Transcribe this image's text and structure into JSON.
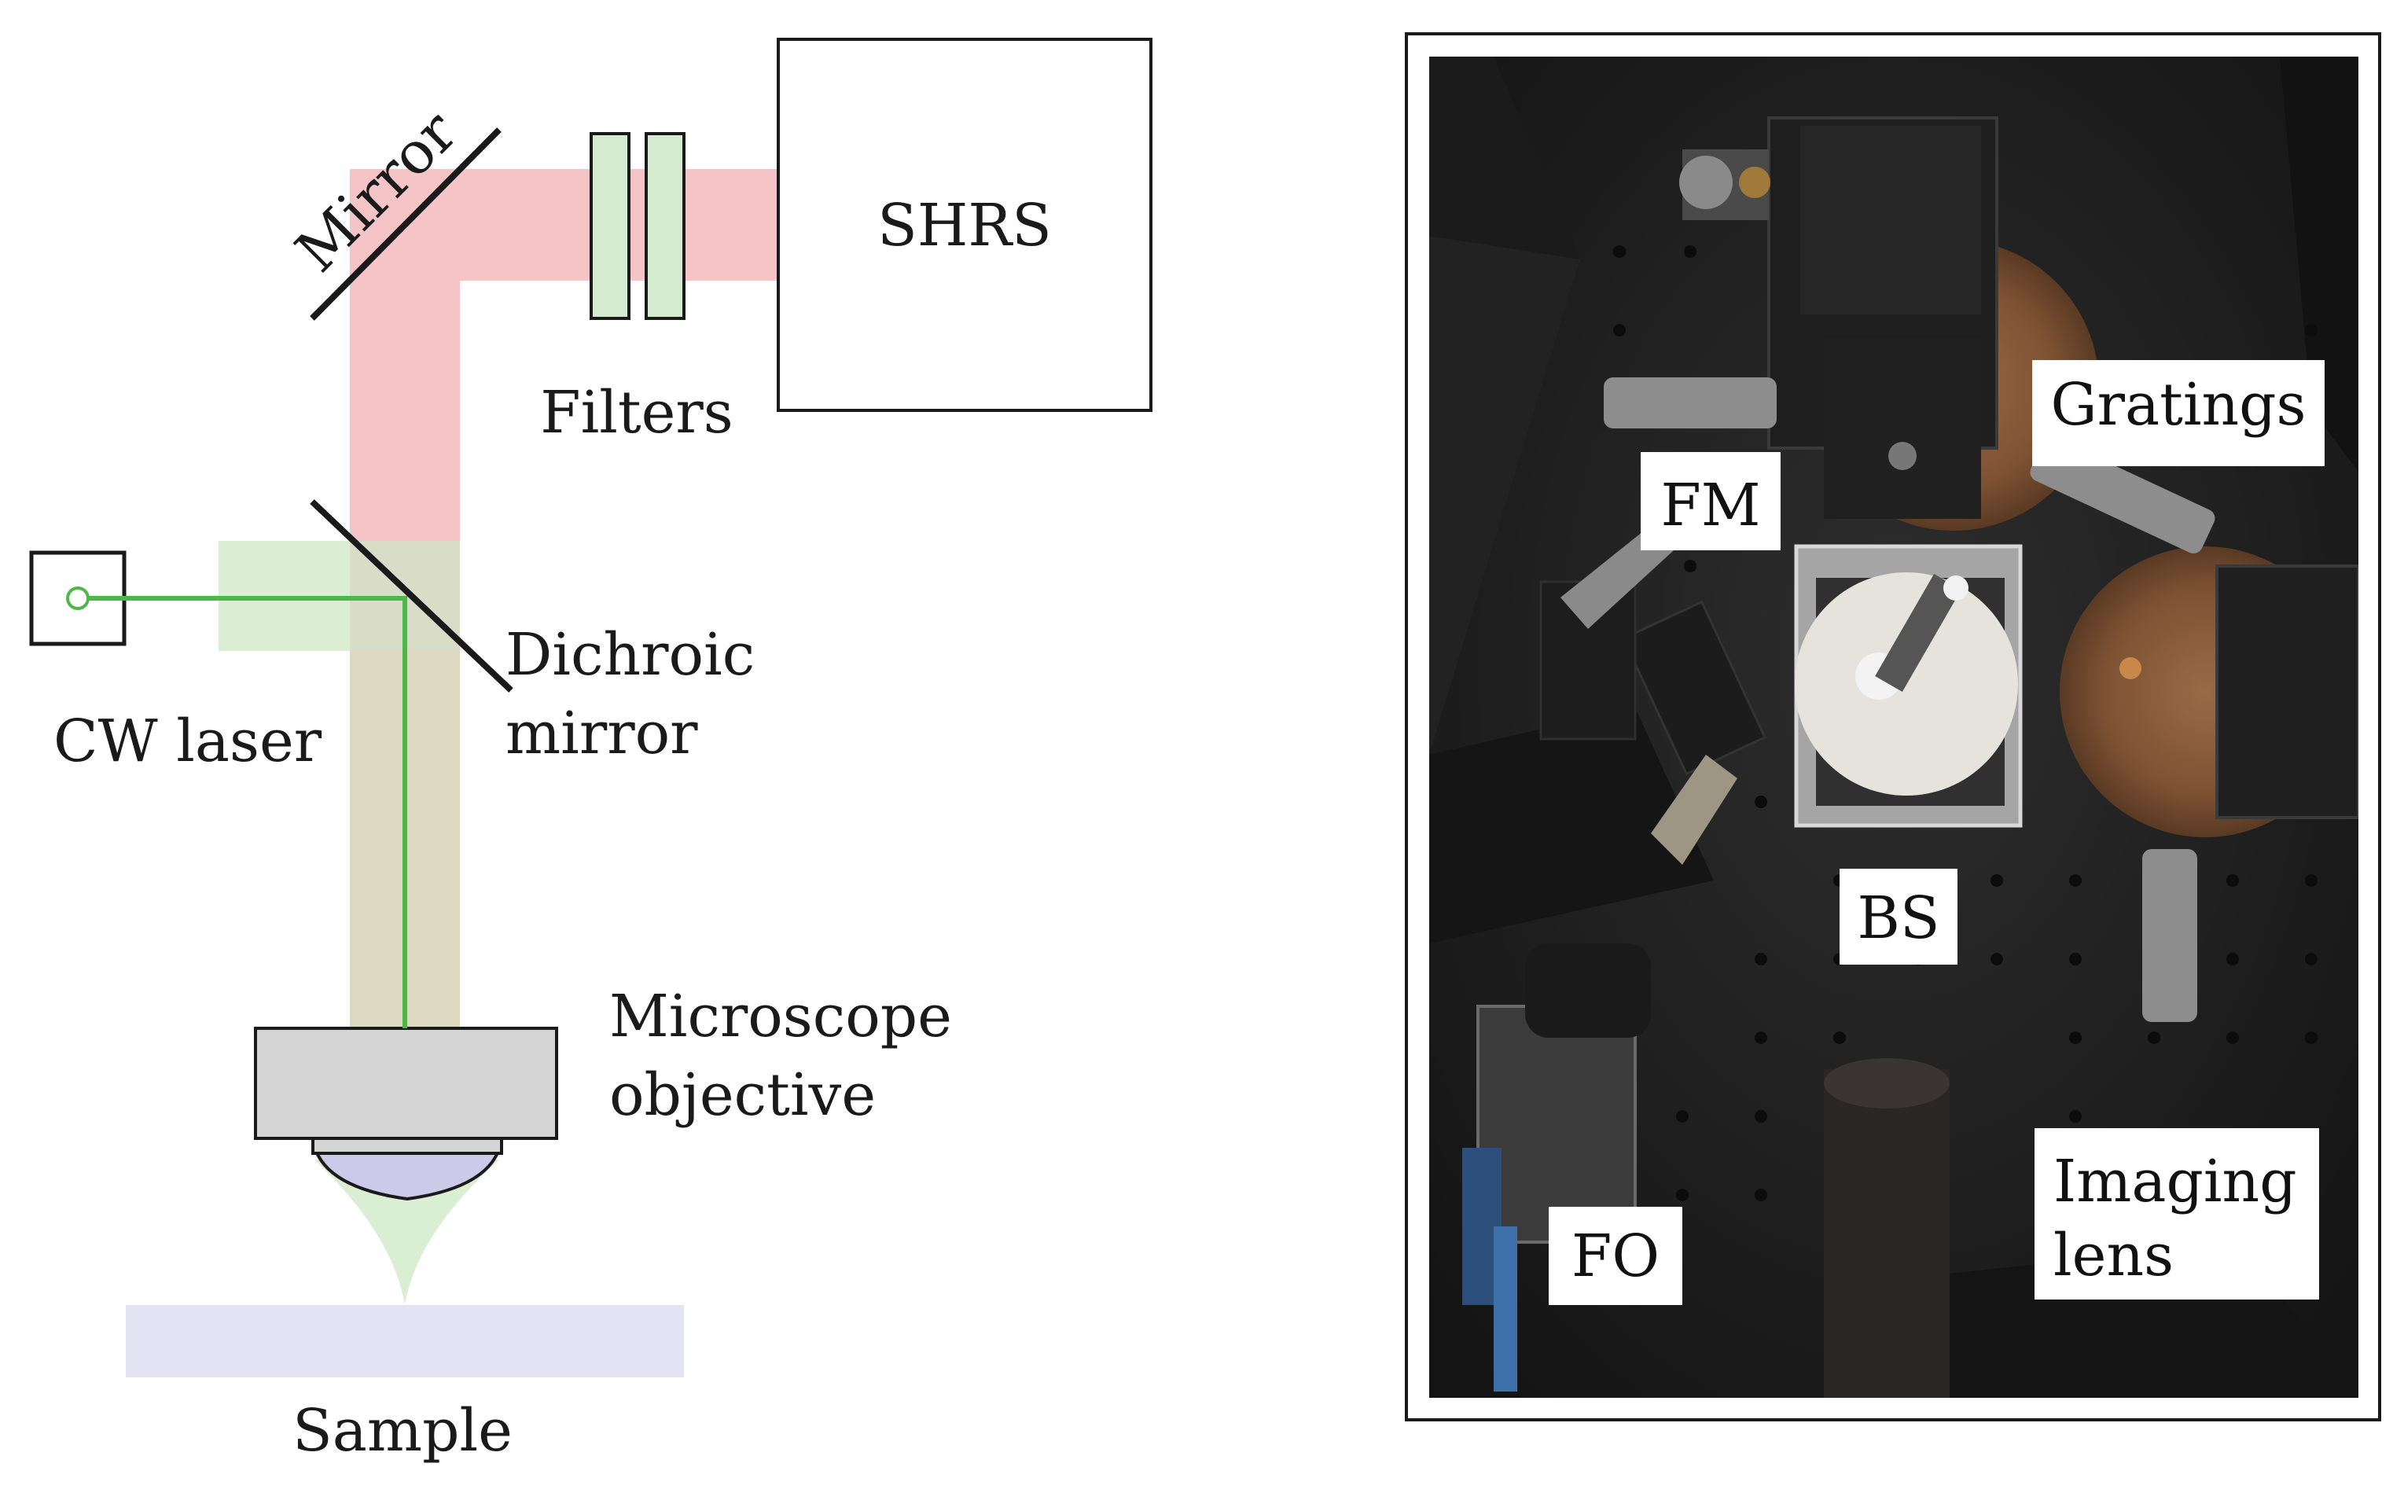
{
  "schematic": {
    "shrs_label": "SHRS",
    "mirror_label": "Mirror",
    "filters_label": "Filters",
    "dichroic_line1": "Dichroic",
    "dichroic_line2": "mirror",
    "laser_label": "CW laser",
    "objective_line1": "Microscope",
    "objective_line2": "objective",
    "sample_label": "Sample"
  },
  "photo": {
    "gratings_label": "Gratings",
    "fm_label": "FM",
    "bs_label": "BS",
    "fo_label": "FO",
    "imaging_line1": "Imaging",
    "imaging_line2": "lens"
  },
  "colors": {
    "raman_beam": "#f4c4c6",
    "laser_beam": "#dbeed3",
    "laser_line": "#4cb848",
    "overlap_beam": "#dcd9c0",
    "filter_fill": "#d5ebcf",
    "objective_body": "#d4d4d4",
    "objective_lens": "#cdc9e8",
    "sample": "#e3e3f3",
    "photo_background": "#2b2b2b"
  }
}
